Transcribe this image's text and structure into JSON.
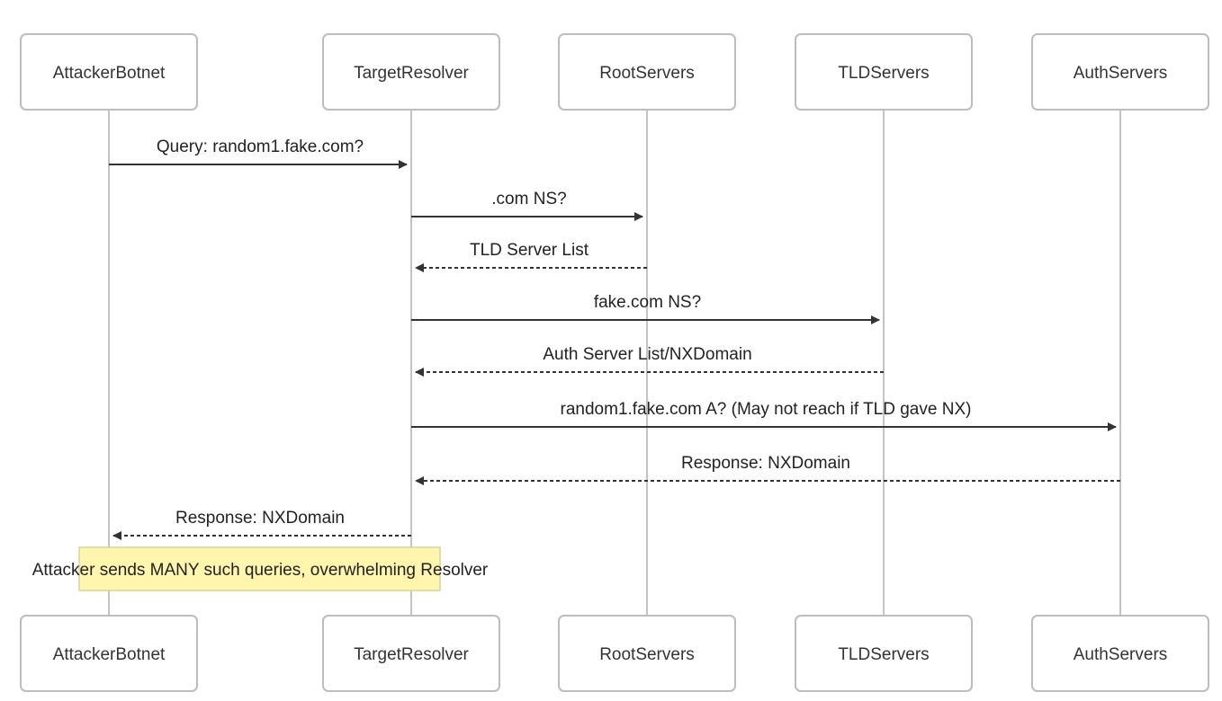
{
  "diagram": {
    "type": "sequence",
    "participants": [
      {
        "id": "attacker",
        "label": "AttackerBotnet"
      },
      {
        "id": "resolver",
        "label": "TargetResolver"
      },
      {
        "id": "root",
        "label": "RootServers"
      },
      {
        "id": "tld",
        "label": "TLDServers"
      },
      {
        "id": "auth",
        "label": "AuthServers"
      }
    ],
    "messages": [
      {
        "from": "attacker",
        "to": "resolver",
        "label": "Query: random1.fake.com?",
        "style": "solid"
      },
      {
        "from": "resolver",
        "to": "root",
        "label": ".com NS?",
        "style": "solid"
      },
      {
        "from": "root",
        "to": "resolver",
        "label": "TLD Server List",
        "style": "dashed"
      },
      {
        "from": "resolver",
        "to": "tld",
        "label": "fake.com NS?",
        "style": "solid"
      },
      {
        "from": "tld",
        "to": "resolver",
        "label": "Auth Server List/NXDomain",
        "style": "dashed"
      },
      {
        "from": "resolver",
        "to": "auth",
        "label": "random1.fake.com A? (May not reach if TLD gave NX)",
        "style": "solid"
      },
      {
        "from": "auth",
        "to": "resolver",
        "label": "Response: NXDomain",
        "style": "dashed"
      },
      {
        "from": "resolver",
        "to": "attacker",
        "label": "Response: NXDomain",
        "style": "dashed"
      }
    ],
    "note": {
      "over": [
        "attacker",
        "resolver"
      ],
      "text": "Attacker sends MANY such queries, overwhelming Resolver"
    },
    "colors": {
      "line": "#333333",
      "lifeline": "#c4c4c4",
      "actor_border": "#bdbdbd",
      "note_fill": "#fff5ad",
      "note_border": "#d9d39b"
    }
  }
}
